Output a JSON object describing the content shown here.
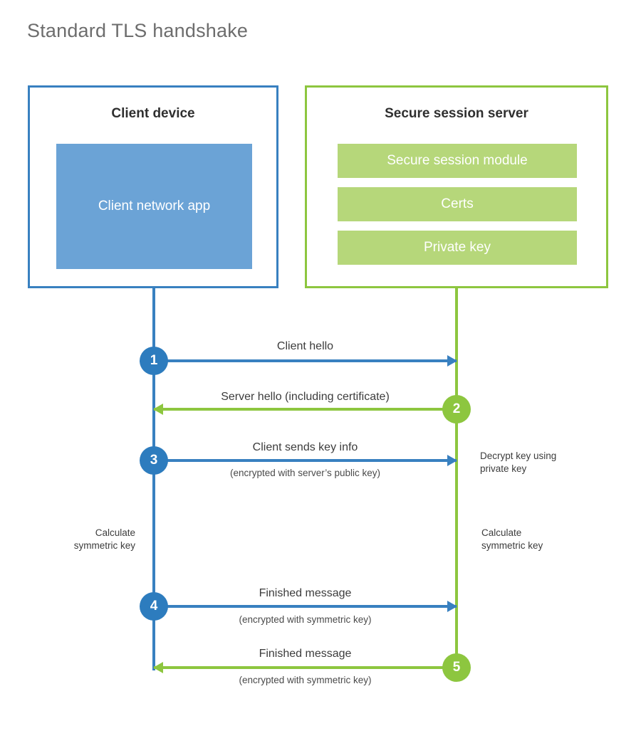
{
  "title": "Standard TLS handshake",
  "colors": {
    "client_blue": "#3880c0",
    "client_circle_blue": "#2d7cbe",
    "client_app_fill": "#6ba3d6",
    "server_green": "#8dc63f",
    "server_bar_fill": "#b6d77a",
    "title_gray": "#6d6d6d",
    "text": "#3c3c3c"
  },
  "parties": {
    "client": {
      "title": "Client device",
      "app_label": "Client network app"
    },
    "server": {
      "title": "Secure session server",
      "components": [
        "Secure session module",
        "Certs",
        "Private key"
      ]
    }
  },
  "steps": [
    {
      "number": "1",
      "direction": "client-to-server",
      "color": "blue",
      "label": "Client hello",
      "sublabel": ""
    },
    {
      "number": "2",
      "direction": "server-to-client",
      "color": "green",
      "label": "Server hello (including certificate)",
      "sublabel": ""
    },
    {
      "number": "3",
      "direction": "client-to-server",
      "color": "blue",
      "label": "Client sends key info",
      "sublabel": "(encrypted with server’s public key)"
    },
    {
      "number": "4",
      "direction": "client-to-server",
      "color": "blue",
      "label": "Finished message",
      "sublabel": "(encrypted with symmetric key)"
    },
    {
      "number": "5",
      "direction": "server-to-client",
      "color": "green",
      "label": "Finished message",
      "sublabel": "(encrypted with symmetric key)"
    }
  ],
  "notes": {
    "server_decrypt": "Decrypt key using\nprivate key",
    "client_calculate": "Calculate\nsymmetric key",
    "server_calculate": "Calculate\nsymmetric key"
  }
}
